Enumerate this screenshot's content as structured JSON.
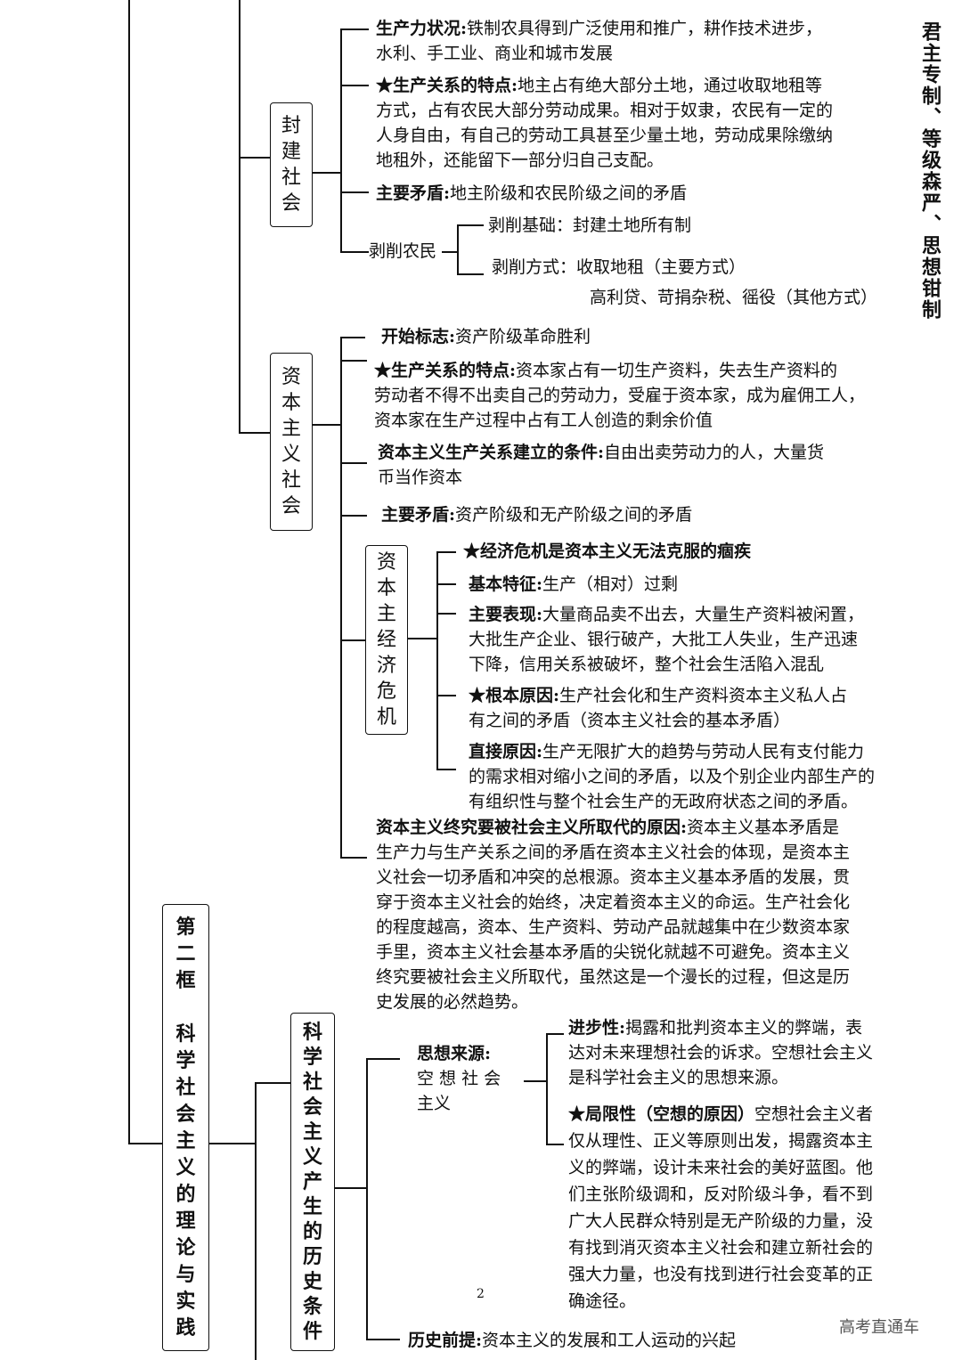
{
  "side_note": "君主专制、等级森严、思想钳制",
  "feudal": {
    "title_chars": [
      "封",
      "建",
      "社",
      "会"
    ],
    "productivity_label": "生产力状况:",
    "productivity_line1": "铁制农具得到广泛使用和推广，耕作技术进步，",
    "productivity_line2": "水利、手工业、商业和城市发展",
    "relations_label": "★生产关系的特点:",
    "relations_line1": "地主占有绝大部分土地，通过收取地租等",
    "relations_line2": "方式，占有农民大部分劳动成果。相对于奴隶，农民有一定的",
    "relations_line3": "人身自由，有自己的劳动工具甚至少量土地，劳动成果除缴纳",
    "relations_line4": "地租外，还能留下一部分归自己支配。",
    "contradiction_label": "主要矛盾:",
    "contradiction_text": "地主阶级和农民阶级之间的矛盾",
    "exploit_label": "剥削农民",
    "exploit_basis": "剥削基础：封建土地所有制",
    "exploit_method1": "剥削方式：收取地租（主要方式）",
    "exploit_method2": "高利贷、苛捐杂税、徭役（其他方式）"
  },
  "capitalist": {
    "title_chars": [
      "资",
      "本",
      "主",
      "义",
      "社",
      "会"
    ],
    "start_label": "开始标志:",
    "start_text": "资产阶级革命胜利",
    "relations_label": "★生产关系的特点:",
    "relations_line1": "资本家占有一切生产资料，失去生产资料的",
    "relations_line2": "劳动者不得不出卖自己的劳动力，受雇于资本家，成为雇佣工人，",
    "relations_line3": "资本家在生产过程中占有工人创造的剩余价值",
    "conditions_label": "资本主义生产关系建立的条件:",
    "conditions_line1": "自由出卖劳动力的人，大量货",
    "conditions_line2": "币当作资本",
    "contradiction_label": "主要矛盾:",
    "contradiction_text": "资产阶级和无产阶级之间的矛盾",
    "crisis": {
      "title_chars": [
        "资",
        "本",
        "主",
        "经",
        "济",
        "危",
        "机"
      ],
      "headline": "★经济危机是资本主义无法克服的痼疾",
      "feature_label": "基本特征:",
      "feature_text": "生产（相对）过剩",
      "manifest_label": "主要表现:",
      "manifest_line1": "大量商品卖不出去，大量生产资料被闲置，",
      "manifest_line2": "大批生产企业、银行破产，大批工人失业，生产迅速",
      "manifest_line3": "下降，信用关系被破坏，整个社会生活陷入混乱",
      "root_label": "★根本原因:",
      "root_line1": "生产社会化和生产资料资本主义私人占",
      "root_line2": "有之间的矛盾（资本主义社会的基本矛盾）",
      "direct_label": "直接原因:",
      "direct_line1": "生产无限扩大的趋势与劳动人民有支付能力",
      "direct_line2": "的需求相对缩小之间的矛盾，以及个别企业内部生产的",
      "direct_line3": "有组织性与整个社会生产的无政府状态之间的矛盾。"
    },
    "replace_label": "资本主义终究要被社会主义所取代的原因:",
    "replace_line1": "资本主义基本矛盾是",
    "replace_line2": "生产力与生产关系之间的矛盾在资本主义社会的体现，是资本主",
    "replace_line3": "义社会一切矛盾和冲突的总根源。资本主义基本矛盾的发展，贯",
    "replace_line4": "穿于资本主义社会的始终，决定着资本主义的命运。生产社会化",
    "replace_line5": "的程度越高，资本、生产资料、劳动产品就越集中在少数资本家",
    "replace_line6": "手里，资本主义社会基本矛盾的尖锐化就越不可避免。资本主义",
    "replace_line7": "终究要被社会主义所取代，虽然这是一个漫长的过程，但这是历",
    "replace_line8": "史发展的必然趋势。"
  },
  "lesson": {
    "title_chars": [
      "第",
      "二",
      "框",
      "",
      "科",
      "学",
      "社",
      "会",
      "主",
      "义",
      "的",
      "理",
      "论",
      "与",
      "实",
      "践"
    ]
  },
  "conditions": {
    "title_chars": [
      "科",
      "学",
      "社",
      "会",
      "主",
      "义",
      "产",
      "生",
      "的",
      "历",
      "史",
      "条",
      "件"
    ],
    "source_label": "思想来源:",
    "source_line1": "空 想 社 会",
    "source_line2": "主义",
    "progress_label": "进步性:",
    "progress_line1": "揭露和批判资本主义的弊端，表",
    "progress_line2": "达对未来理想社会的诉求。空想社会主义",
    "progress_line3": "是科学社会主义的思想来源。",
    "limit_label": "★局限性（空想的原因）",
    "limit_line1": "空想社会主义者",
    "limit_line2": "仅从理性、正义等原则出发，揭露资本主",
    "limit_line3": "义的弊端，设计未来社会的美好蓝图。他",
    "limit_line4": "们主张阶级调和，反对阶级斗争，看不到",
    "limit_line5": "广大人民群众特别是无产阶级的力量，没",
    "limit_line6": "有找到消灭资本主义社会和建立新社会的",
    "limit_line7": "强大力量，也没有找到进行社会变革的正",
    "limit_line8": "确途径。",
    "premise_label": "历史前提:",
    "premise_text": "资本主义的发展和工人运动的兴起"
  },
  "page_number": "2",
  "watermark": "高考直通车"
}
